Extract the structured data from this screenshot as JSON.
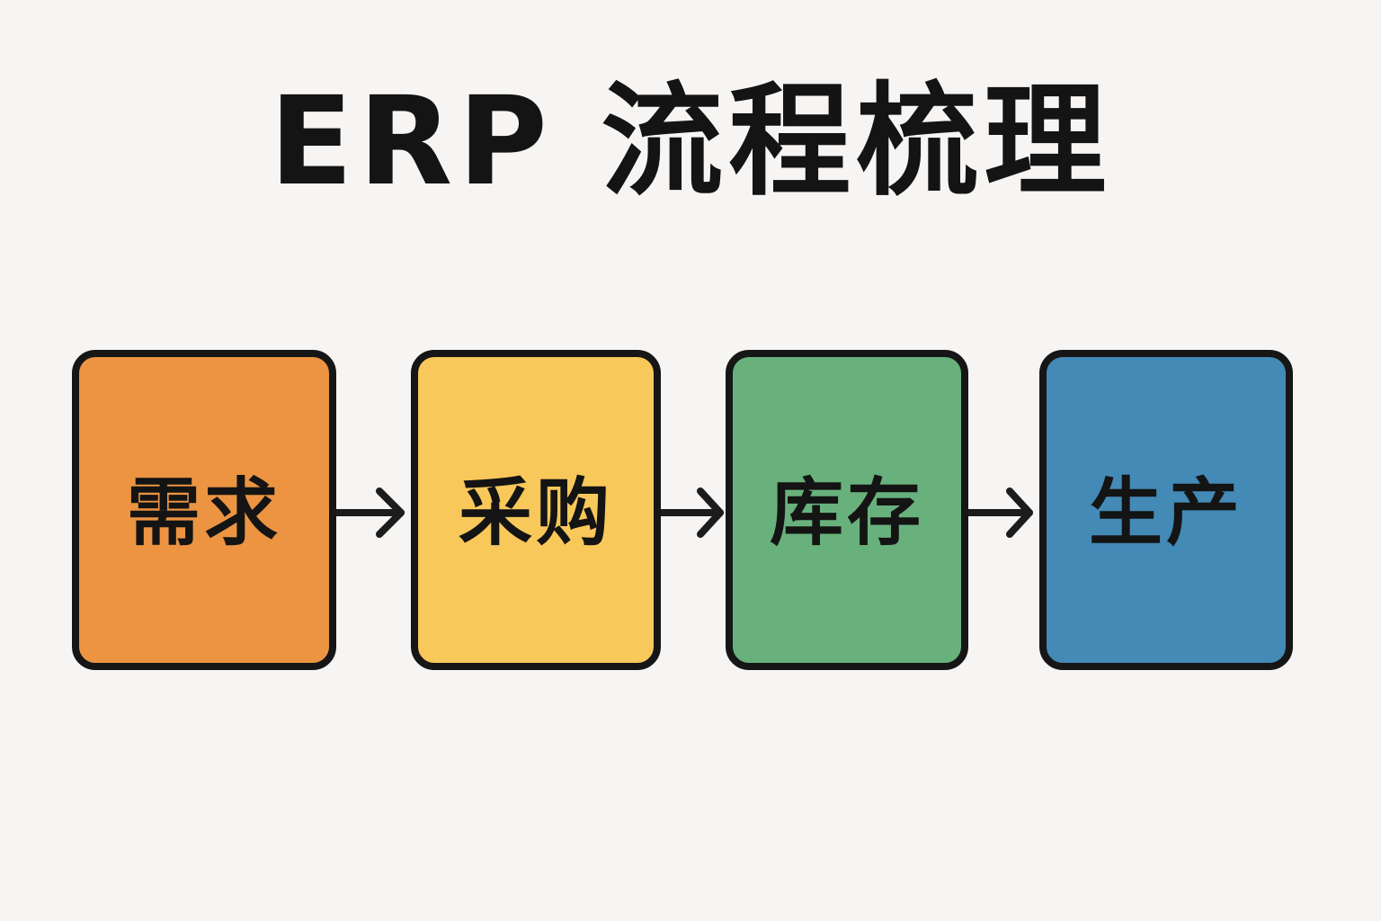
{
  "title": "ERP 流程梳理",
  "steps": [
    {
      "label": "需求",
      "color": "#ec9442"
    },
    {
      "label": "采购",
      "color": "#f9c85a"
    },
    {
      "label": "库存",
      "color": "#68b17c"
    },
    {
      "label": "生产",
      "color": "#438ab7"
    }
  ],
  "connector_color": "#1c1c1c"
}
